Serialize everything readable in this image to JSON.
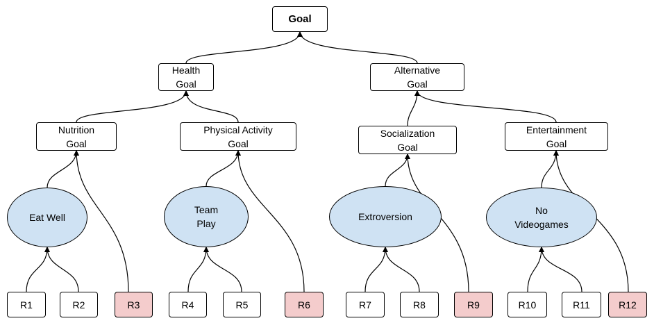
{
  "nodes": {
    "goal": "Goal",
    "health": "Health\nGoal",
    "alternative": "Alternative\nGoal",
    "nutrition": "Nutrition\nGoal",
    "physical": "Physical Activity\nGoal",
    "socialization": "Socialization\nGoal",
    "entertainment": "Entertainment\nGoal",
    "eat_well": "Eat Well",
    "team_play": "Team\nPlay",
    "extroversion": "Extroversion",
    "no_videogames": "No\nVideogames",
    "r1": "R1",
    "r2": "R2",
    "r3": "R3",
    "r4": "R4",
    "r5": "R5",
    "r6": "R6",
    "r7": "R7",
    "r8": "R8",
    "r9": "R9",
    "r10": "R10",
    "r11": "R11",
    "r12": "R12"
  },
  "colors": {
    "ellipse_fill": "#cfe2f3",
    "highlight_fill": "#f4cccc",
    "stroke": "#000000"
  }
}
